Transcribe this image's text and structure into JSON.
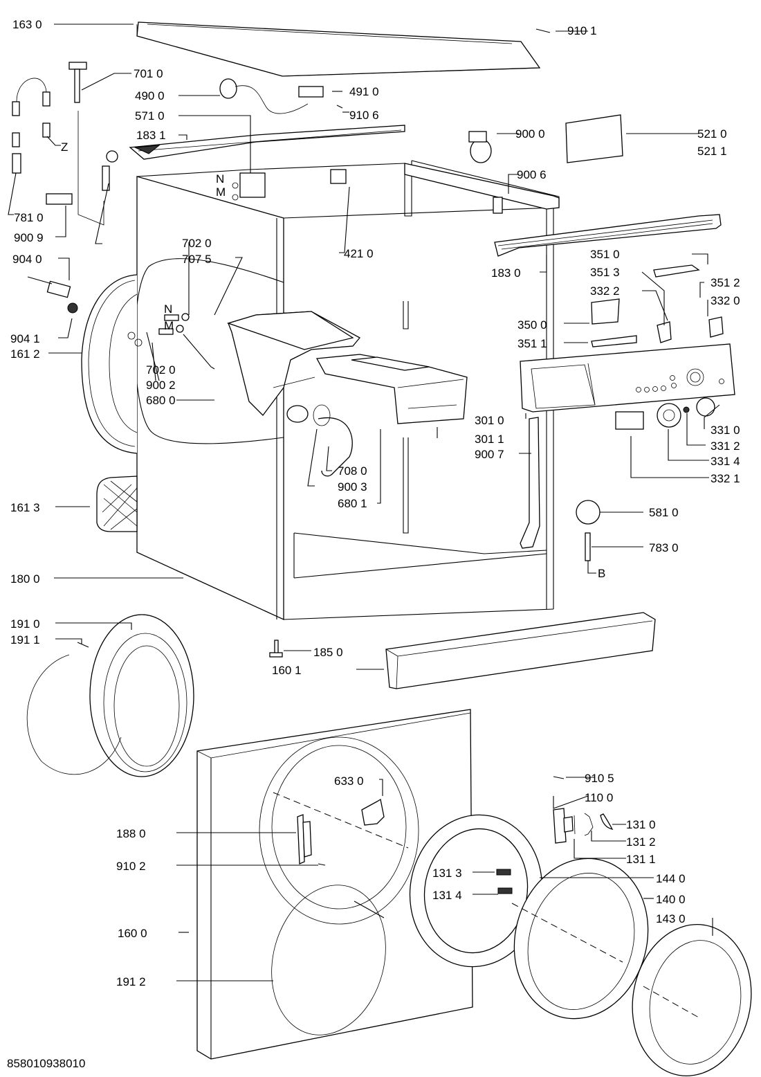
{
  "document": {
    "type": "exploded-parts-diagram",
    "footer_code": "858010938010"
  },
  "labels": {
    "l1630": "163 0",
    "l9101": "910 1",
    "l7010": "701 0",
    "l4900": "490 0",
    "l4910": "491 0",
    "l9106": "910 6",
    "l5710": "571 0",
    "l1831": "183 1",
    "l9000": "900 0",
    "l5210": "521 0",
    "l5211": "521 1",
    "lZ": "Z",
    "lN1": "N",
    "lM1": "M",
    "l9006": "900 6",
    "l7810": "781 0",
    "l9009": "900 9",
    "l4210": "421 0",
    "l7020a": "702 0",
    "l7075": "707 5",
    "l1830": "183 0",
    "l9040": "904 0",
    "l3510": "351 0",
    "l3513": "351 3",
    "l3322": "332 2",
    "l3512": "351 2",
    "l3320": "332 0",
    "lN2": "N",
    "lM2": "M",
    "l3500": "350 0",
    "l9041": "904 1",
    "l1612": "161 2",
    "l3511": "351 1",
    "l7020b": "702 0",
    "l9002": "900 2",
    "l6800": "680 0",
    "l3010": "301 0",
    "l3310": "331 0",
    "l3011": "301 1",
    "l3312": "331 2",
    "l9007": "900 7",
    "l3314": "331 4",
    "l7080": "708 0",
    "l9003": "900 3",
    "l3321": "332 1",
    "l6801": "680 1",
    "l1613": "161 3",
    "l5810": "581 0",
    "l7830": "783 0",
    "lB": "B",
    "l1800": "180 0",
    "l1910": "191 0",
    "l1911": "191 1",
    "l1850": "185 0",
    "l1601": "160 1",
    "l9105": "910 5",
    "l6330": "633 0",
    "l1100": "110 0",
    "l1310": "131 0",
    "l1880": "188 0",
    "l1312": "131 2",
    "l1311": "131 1",
    "l9102": "910 2",
    "l1313": "131 3",
    "l1440": "144 0",
    "l1314": "131 4",
    "l1400": "140 0",
    "l1430": "143 0",
    "l1600": "160 0",
    "l1912": "191 2"
  }
}
